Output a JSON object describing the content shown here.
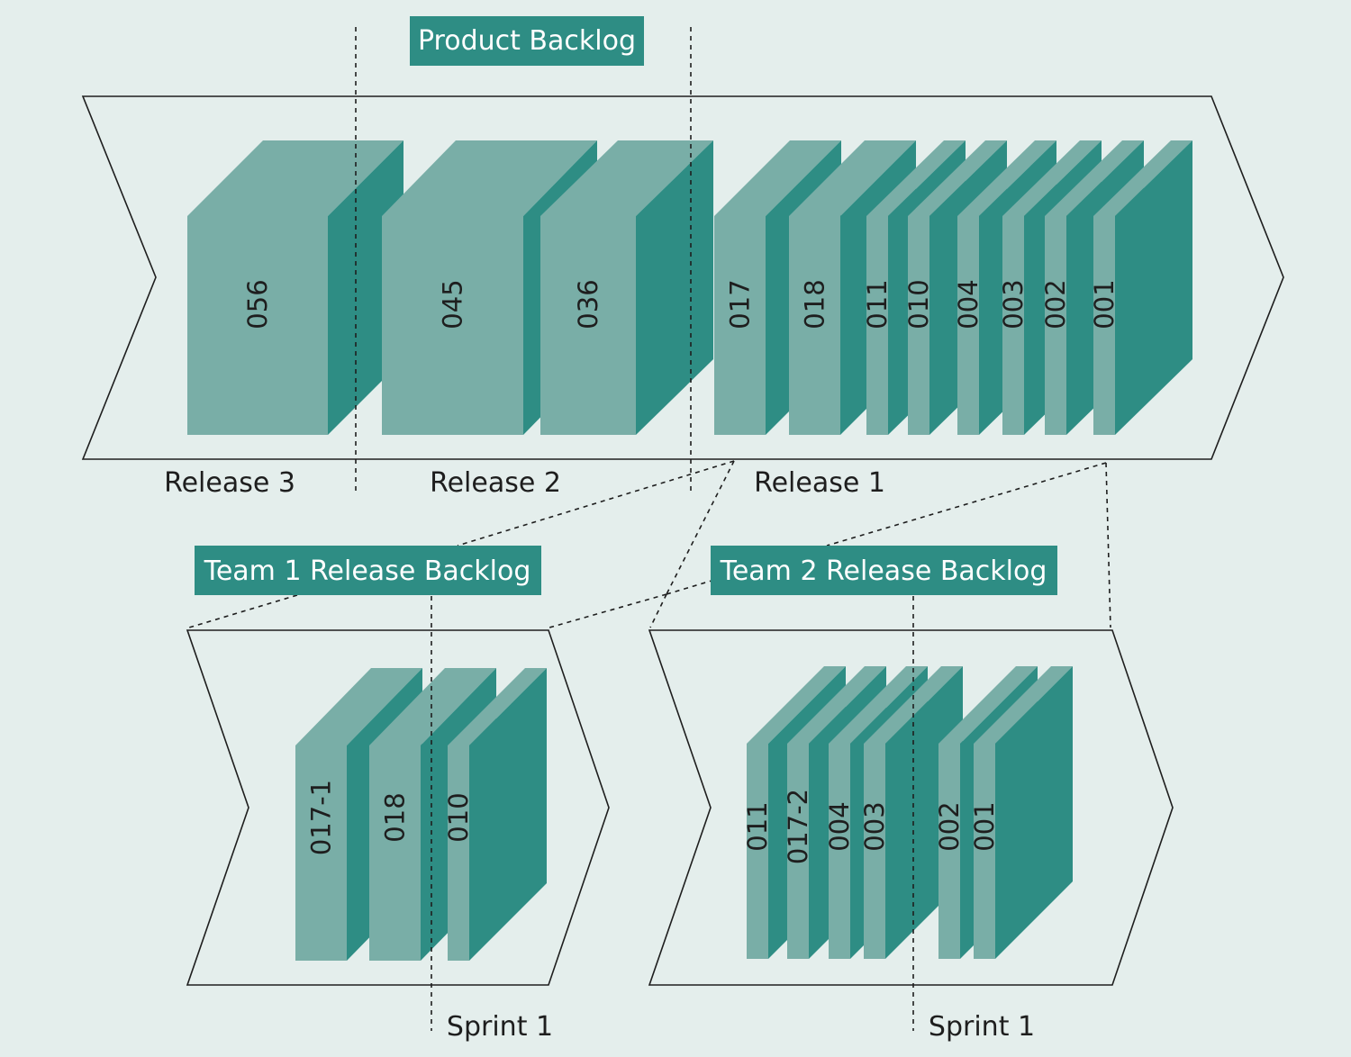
{
  "colors": {
    "background": "#e4eeec",
    "block_front": "#79aea7",
    "block_side": "#2e8d84",
    "block_top": "#79aea7",
    "banner": "#2e8d84",
    "banner_text": "#ffffff",
    "outline": "#1e1e1e"
  },
  "product_backlog": {
    "title": "Product Backlog",
    "releases": [
      "Release 3",
      "Release 2",
      "Release 1"
    ],
    "items": [
      "056",
      "045",
      "036",
      "017",
      "018",
      "011",
      "010",
      "004",
      "003",
      "002",
      "001"
    ]
  },
  "team1": {
    "title": "Team 1 Release Backlog",
    "sprint_label": "Sprint 1",
    "items": [
      "017-1",
      "018",
      "010"
    ]
  },
  "team2": {
    "title": "Team 2 Release Backlog",
    "sprint_label": "Sprint 1",
    "items": [
      "011",
      "017-2",
      "004",
      "003",
      "002",
      "001"
    ]
  }
}
